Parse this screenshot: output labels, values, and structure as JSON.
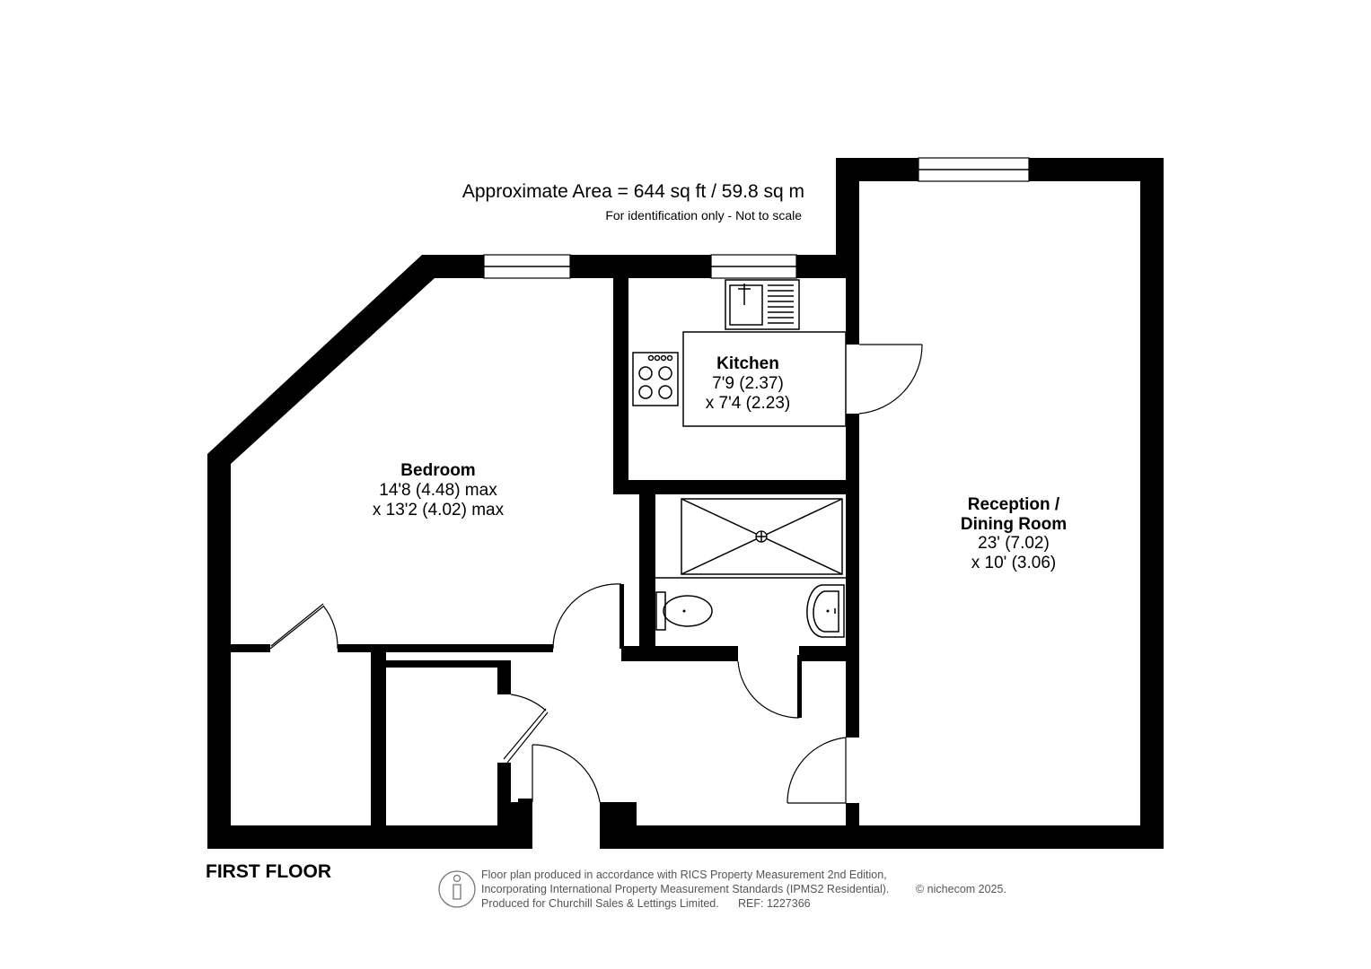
{
  "header": {
    "area_text": "Approximate Area = 644 sq ft / 59.8 sq m",
    "note_text": "For identification only - Not to scale"
  },
  "rooms": {
    "kitchen": {
      "name": "Kitchen",
      "dim1": "7'9 (2.37)",
      "dim2": "x 7'4 (2.23)"
    },
    "bedroom": {
      "name": "Bedroom",
      "dim1": "14'8 (4.48) max",
      "dim2": "x 13'2 (4.02) max"
    },
    "reception": {
      "name_line1": "Reception /",
      "name_line2": "Dining Room",
      "dim1": "23' (7.02)",
      "dim2": "x 10' (3.06)"
    }
  },
  "floor_label": "FIRST FLOOR",
  "footer": {
    "line1": "Floor plan produced in accordance with RICS Property Measurement 2nd Edition,",
    "line2": "Incorporating International Property Measurement Standards (IPMS2 Residential).",
    "copyright": "© nichecom 2025.",
    "line3": "Produced for Churchill Sales & Lettings Limited.",
    "ref": "REF: 1227366"
  }
}
